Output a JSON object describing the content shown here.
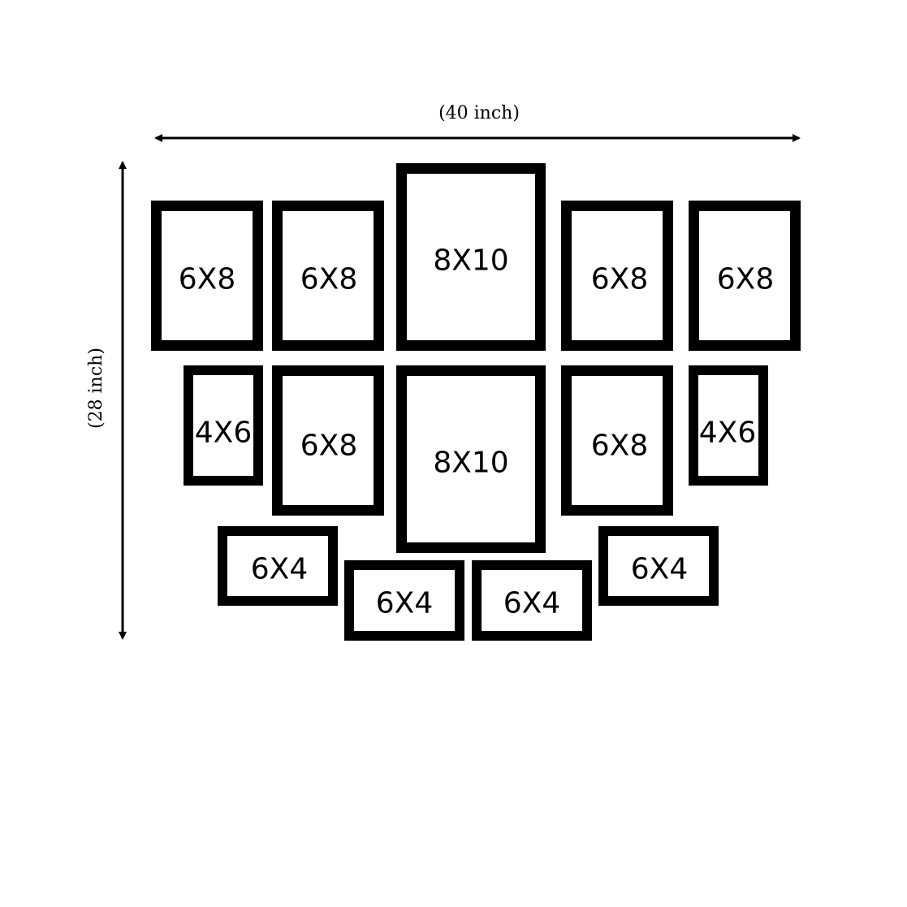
{
  "dimensions": {
    "width_label": "(40 inch)",
    "height_label": "(28 inch)"
  },
  "frames": [
    {
      "label": "6X8"
    },
    {
      "label": "6X8"
    },
    {
      "label": "8X10"
    },
    {
      "label": "6X8"
    },
    {
      "label": "6X8"
    },
    {
      "label": "4X6"
    },
    {
      "label": "6X8"
    },
    {
      "label": "8X10"
    },
    {
      "label": "6X8"
    },
    {
      "label": "4X6"
    },
    {
      "label": "6X4"
    },
    {
      "label": "6X4"
    },
    {
      "label": "6X4"
    },
    {
      "label": "6X4"
    }
  ],
  "colors": {
    "frame": "#000000",
    "background": "#ffffff"
  }
}
